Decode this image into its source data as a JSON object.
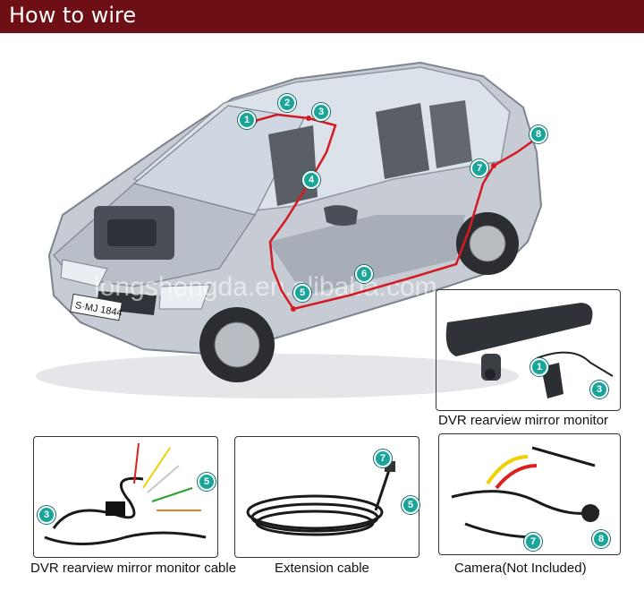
{
  "header": {
    "title": "How to wire"
  },
  "colors": {
    "header_bg": "#6d0f14",
    "badge": "#1aa59a",
    "route": "#d41b23"
  },
  "badges": [
    "1",
    "2",
    "3",
    "4",
    "5",
    "6",
    "7",
    "8"
  ],
  "car": {
    "plate": "S·MJ 1844"
  },
  "watermark": "longshengda.en.alibaba.com",
  "panels": {
    "mirror": {
      "caption": "DVR rearview mirror monitor",
      "badges": [
        "1",
        "3"
      ]
    },
    "cable": {
      "caption": "DVR rearview mirror monitor cable",
      "badges": [
        "3",
        "5"
      ]
    },
    "extension": {
      "caption": "Extension cable",
      "badges": [
        "7",
        "5"
      ]
    },
    "camera": {
      "caption": "Camera(Not Included)",
      "badges": [
        "7",
        "8"
      ]
    }
  }
}
